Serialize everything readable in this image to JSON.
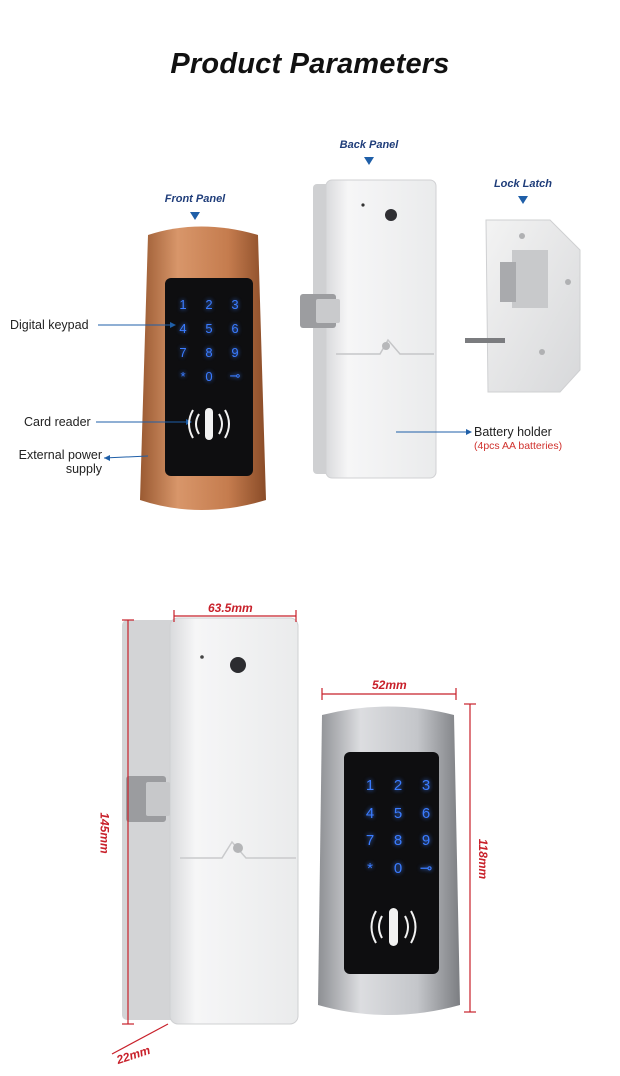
{
  "title": "Product Parameters",
  "panels": {
    "front": "Front Panel",
    "back": "Back Panel",
    "latch": "Lock Latch"
  },
  "callouts": {
    "keypad": "Digital keypad",
    "card_reader": "Card reader",
    "power_line1": "External power",
    "power_line2": "supply",
    "battery": "Battery holder",
    "battery_note": "(4pcs AA batteries)"
  },
  "keypad_keys": [
    "1",
    "2",
    "3",
    "4",
    "5",
    "6",
    "7",
    "8",
    "9",
    "*",
    "0",
    "⊸"
  ],
  "dimensions": {
    "back_width": "63.5mm",
    "back_height": "145mm",
    "depth": "22mm",
    "front_width": "52mm",
    "front_height": "118mm"
  },
  "colors": {
    "accent": "#1f5fa8",
    "dimension": "#c8202a",
    "bronze": "#c27a4a",
    "keypad_glow": "#3b7cff"
  }
}
